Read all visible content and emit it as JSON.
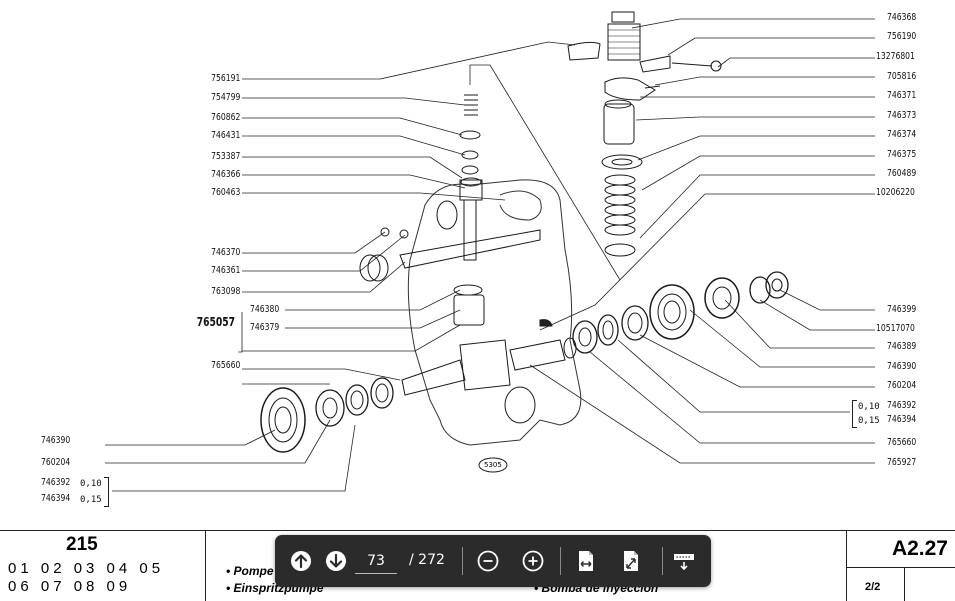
{
  "diagram": {
    "title": "Injection pump exploded parts diagram",
    "figure_number": "5305",
    "labels_left": [
      {
        "id": "756191"
      },
      {
        "id": "754799"
      },
      {
        "id": "760862"
      },
      {
        "id": "746431"
      },
      {
        "id": "753387"
      },
      {
        "id": "746366"
      },
      {
        "id": "760463"
      },
      {
        "id": "746370"
      },
      {
        "id": "746361"
      },
      {
        "id": "763098"
      },
      {
        "id": "765660"
      }
    ],
    "assembly": {
      "id": "765057",
      "parts": [
        "746380",
        "746379"
      ]
    },
    "labels_left_bottom": [
      {
        "id": "746390"
      },
      {
        "id": "760204"
      }
    ],
    "shims_left": [
      {
        "id": "746392",
        "size": "0,10"
      },
      {
        "id": "746394",
        "size": "0,15"
      }
    ],
    "labels_right": [
      {
        "id": "746368"
      },
      {
        "id": "756190"
      },
      {
        "id": "13276801"
      },
      {
        "id": "705816"
      },
      {
        "id": "746371"
      },
      {
        "id": "746373"
      },
      {
        "id": "746374"
      },
      {
        "id": "746375"
      },
      {
        "id": "760489"
      },
      {
        "id": "10206220"
      },
      {
        "id": "746399"
      },
      {
        "id": "10517070"
      },
      {
        "id": "746389"
      },
      {
        "id": "746390"
      },
      {
        "id": "760204"
      }
    ],
    "shims_right": [
      {
        "id": "746392",
        "size": "0,10"
      },
      {
        "id": "746394",
        "size": "0,15"
      }
    ],
    "labels_right_bottom": [
      {
        "id": "765660"
      },
      {
        "id": "765927"
      }
    ]
  },
  "title_block": {
    "group_number": "215",
    "codes_row1": "01 02 03 04 05",
    "codes_row2": "06 07 08 09",
    "desc_fr": "Pompe",
    "desc_de": "Einspritzpumpe",
    "desc_es": "Bomba de inyección",
    "bullet": "•",
    "sheet_code": "A2.27",
    "sheet_of": "2/2"
  },
  "viewer_toolbar": {
    "prev_page_icon": "arrow-up-circle",
    "next_page_icon": "arrow-down-circle",
    "current_page": "73",
    "total_pages": "/ 272",
    "zoom_out_icon": "minus-circle",
    "zoom_in_icon": "plus-circle",
    "fit_width_icon": "page-fit-width",
    "fit_page_icon": "page-expand",
    "scroll_mode_icon": "continuous-scroll"
  }
}
